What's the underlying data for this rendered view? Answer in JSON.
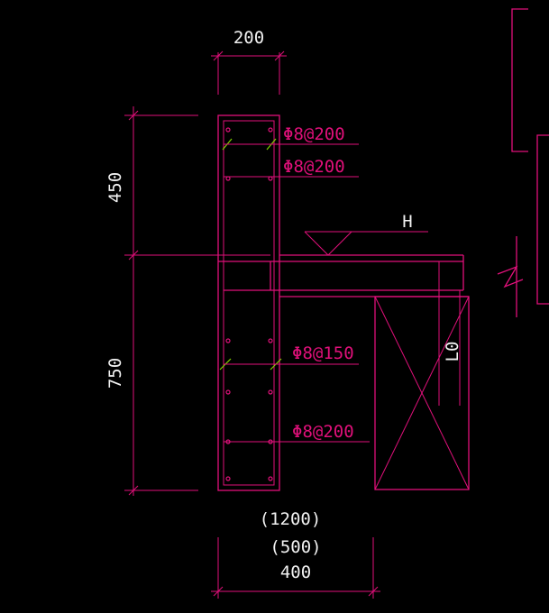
{
  "drawing": {
    "dim_top_width": "200",
    "dim_upper_height": "450",
    "dim_lower_height": "750",
    "dim_bottom_1": "(1200)",
    "dim_bottom_2": "(500)",
    "dim_bottom_3": "400",
    "level_mark": "H",
    "beam_label": "L0",
    "rebar_1": "Φ8@200",
    "rebar_2": "Φ8@200",
    "rebar_3": "Φ8@150",
    "rebar_4": "Φ8@200"
  },
  "colors": {
    "background": "#000000",
    "line": "#e0107a",
    "text": "#f2f2f2",
    "tie": "#7fd000"
  }
}
